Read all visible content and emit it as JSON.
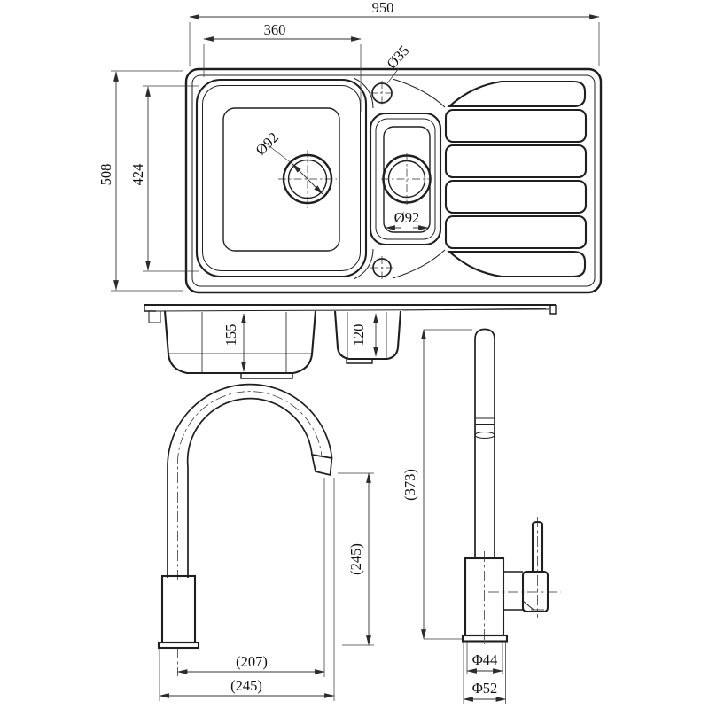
{
  "drawing": {
    "top_view": {
      "overall_width": "950",
      "bowl_cutout_width": "360",
      "tap_hole_diameter": "Ø35",
      "overall_depth": "508",
      "bowl_cutout_depth": "424",
      "main_bowl_drain": "Ø92",
      "half_bowl_drain": "Ø92"
    },
    "profile_view": {
      "main_bowl_depth": "155",
      "half_bowl_depth": "120"
    },
    "tap_front_view": {
      "spout_reach": "(207)",
      "overall_reach": "(245)",
      "spout_height": "(245)"
    },
    "tap_side_view": {
      "overall_height": "(373)",
      "body_diameter": "Φ44",
      "base_diameter": "Φ52"
    }
  },
  "colors": {
    "line": "#1f1f1f",
    "dimension": "#333333",
    "background": "#ffffff"
  }
}
